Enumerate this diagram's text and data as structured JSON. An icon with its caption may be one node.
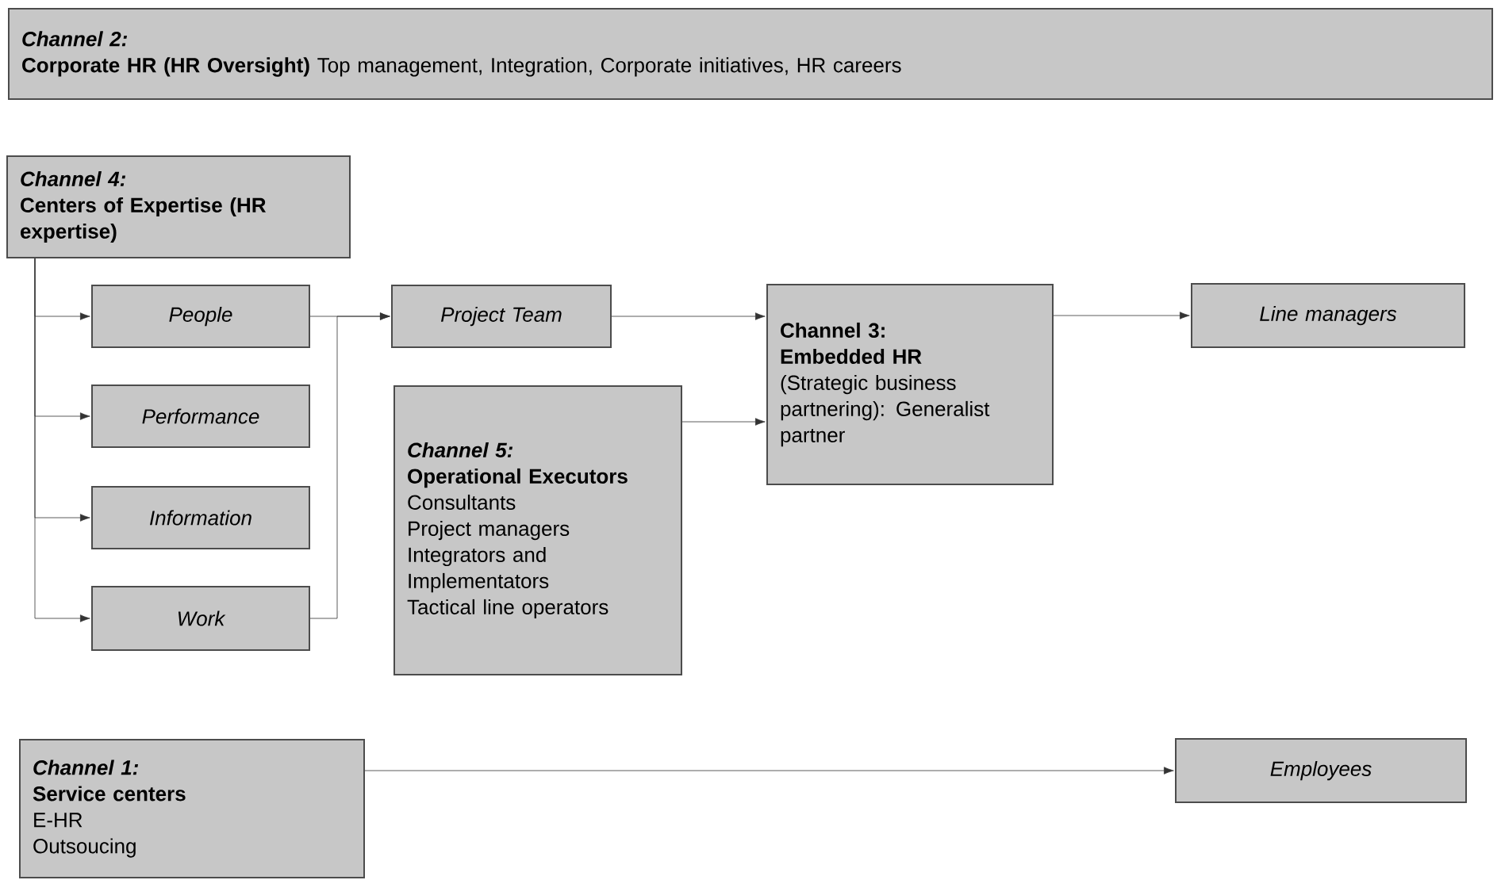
{
  "diagram": {
    "nodes": [
      {
        "text": [
          "Channel 2:",
          "**Corporate HR (HR Oversight)** Top management, Integration, Corporate initiatives, HR careers"
        ]
      },
      {
        "text": [
          "Channel 4:",
          "Centers of Expertise (HR expertise)"
        ]
      },
      {
        "text": [
          "People"
        ]
      },
      {
        "text": [
          "Performance"
        ]
      },
      {
        "text": [
          "Information"
        ]
      },
      {
        "text": [
          "Work"
        ]
      },
      {
        "text": [
          "Project Team"
        ]
      },
      {
        "text": [
          "Channel 5:",
          "Operational Executors",
          "Consultants",
          "Project managers",
          "Integrators and Implementators",
          "Tactical line operators"
        ]
      },
      {
        "text": [
          "Channel 3:",
          "Embedded HR",
          "(Strategic business partnering): Generalist partner"
        ]
      },
      {
        "text": [
          "Line managers"
        ]
      },
      {
        "text": [
          "Channel 1:",
          "Service centers",
          "E-HR",
          "Outsoucing"
        ]
      },
      {
        "text": [
          "Employees"
        ]
      }
    ],
    "edges": [
      {
        "from": 1,
        "to": 2,
        "arrow": "to"
      },
      {
        "from": 1,
        "to": 3,
        "arrow": "to"
      },
      {
        "from": 1,
        "to": 4,
        "arrow": "to"
      },
      {
        "from": 1,
        "to": 5,
        "arrow": "to"
      },
      {
        "from": 2,
        "to": 6,
        "arrow": "to"
      },
      {
        "from": 5,
        "to": 6,
        "arrow": "to"
      },
      {
        "from": 6,
        "to": 8,
        "arrow": "to"
      },
      {
        "from": 7,
        "to": 8,
        "arrow": "to"
      },
      {
        "from": 8,
        "to": 9,
        "arrow": "to"
      },
      {
        "from": 10,
        "to": 11,
        "arrow": "to"
      }
    ]
  }
}
